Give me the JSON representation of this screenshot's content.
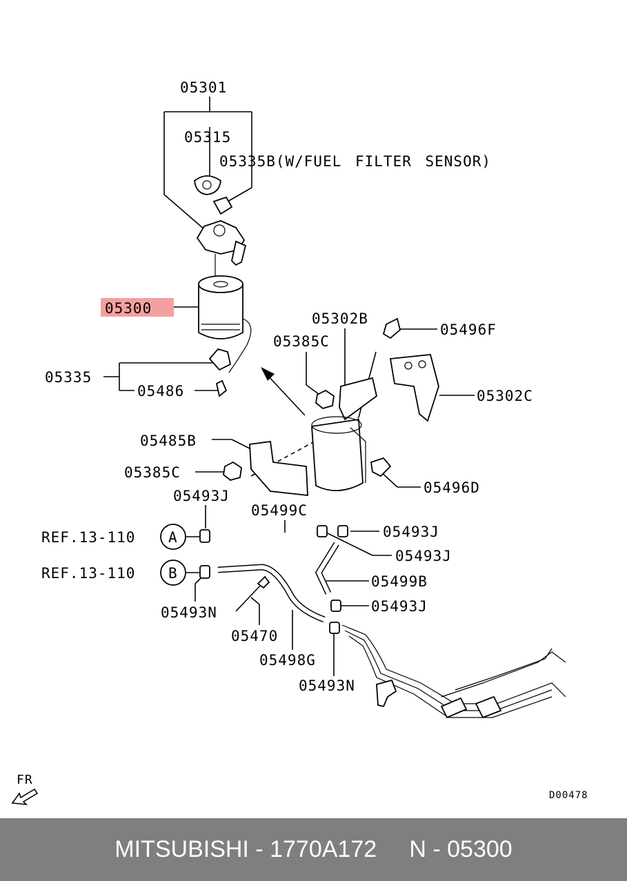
{
  "labels": {
    "p05301": "05301",
    "p05315": "05315",
    "p05335B": "05335B(W/FUEL FILTER SENSOR)",
    "p05300": "05300",
    "p05335": "05335",
    "p05486": "05486",
    "p05302B": "05302B",
    "p05496F": "05496F",
    "p05385C_top": "05385C",
    "p05302C": "05302C",
    "p05485B": "05485B",
    "p05385C_mid": "05385C",
    "p05496D": "05496D",
    "p05493J_a": "05493J",
    "p05499C": "05499C",
    "p05493J_b": "05493J",
    "p05493J_c": "05493J",
    "p05499B": "05499B",
    "p05493J_d": "05493J",
    "p05493N_a": "05493N",
    "p05470": "05470",
    "p05498G": "05498G",
    "p05493N_b": "05493N"
  },
  "refs": {
    "a_text": "REF.13-110",
    "a_circle": "A",
    "b_text": "REF.13-110",
    "b_circle": "B"
  },
  "direction_label": "FR",
  "diagram_code": "D00478",
  "highlight_color": "#f4a0a0",
  "footer": {
    "brand": "MITSUBISHI",
    "sep": " - ",
    "part_number": "1770A172",
    "gap": "     ",
    "ref_code": "N - 05300"
  }
}
